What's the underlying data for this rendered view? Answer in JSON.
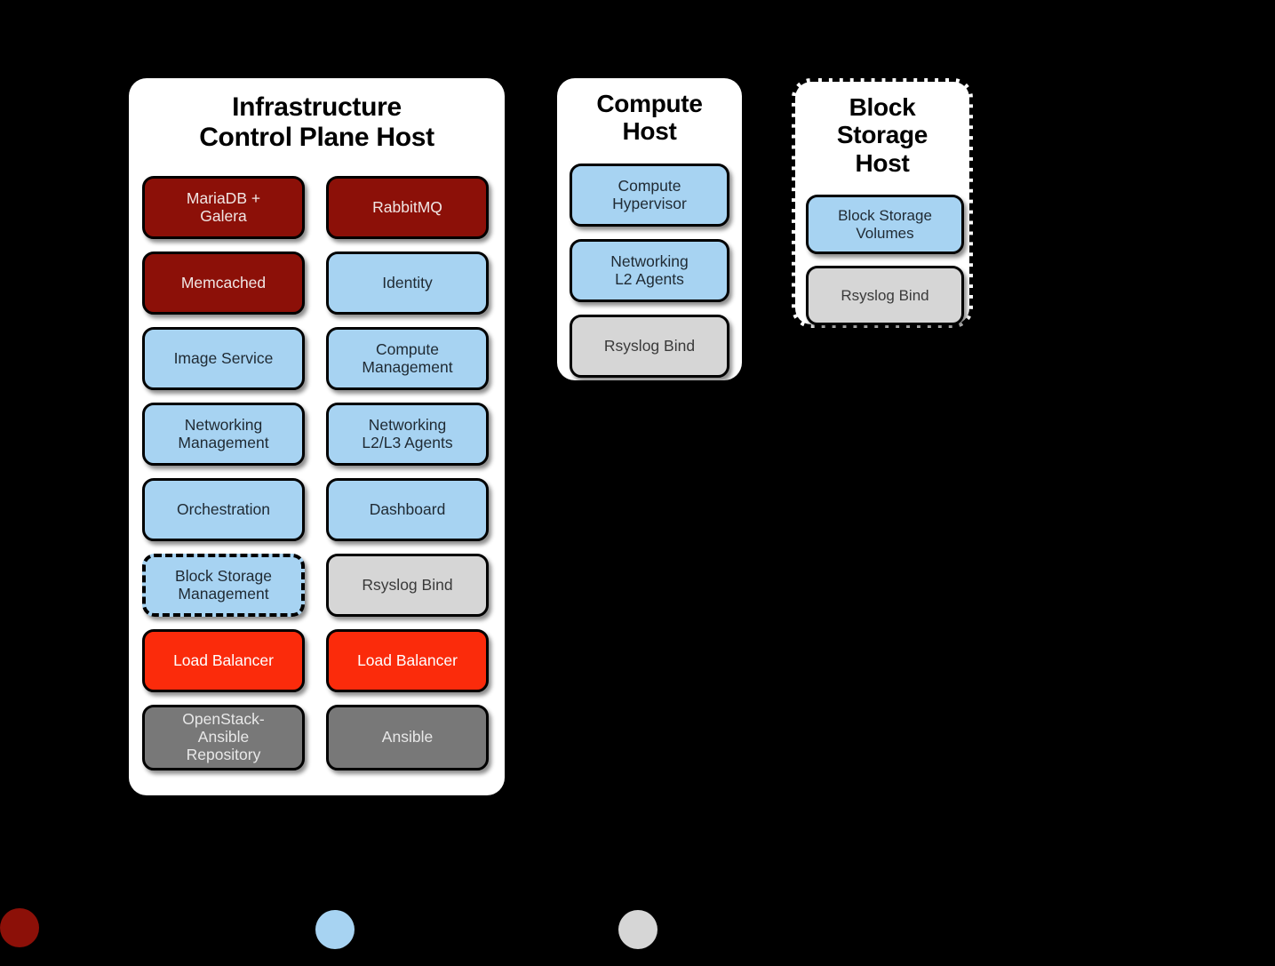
{
  "diagram": {
    "background_color": "#000000",
    "hosts": [
      {
        "id": "infrastructure",
        "title": "Infrastructure\nControl Plane Host",
        "title_line1": "Infrastructure",
        "title_line2": "Control Plane Host",
        "border_style": "solid",
        "components": [
          {
            "label": "MariaDB +\nGalera",
            "label_line1": "MariaDB +",
            "label_line2": "Galera",
            "color": "#8c1008",
            "category": "red",
            "border": "solid"
          },
          {
            "label": "RabbitMQ",
            "label_line1": "RabbitMQ",
            "label_line2": "",
            "color": "#8c1008",
            "category": "red",
            "border": "solid"
          },
          {
            "label": "Memcached",
            "label_line1": "Memcached",
            "label_line2": "",
            "color": "#8c1008",
            "category": "red",
            "border": "solid"
          },
          {
            "label": "Identity",
            "label_line1": "Identity",
            "label_line2": "",
            "color": "#a7d3f2",
            "category": "blue",
            "border": "solid"
          },
          {
            "label": "Image Service",
            "label_line1": "Image Service",
            "label_line2": "",
            "color": "#a7d3f2",
            "category": "blue",
            "border": "solid"
          },
          {
            "label": "Compute\nManagement",
            "label_line1": "Compute",
            "label_line2": "Management",
            "color": "#a7d3f2",
            "category": "blue",
            "border": "solid"
          },
          {
            "label": "Networking\nManagement",
            "label_line1": "Networking",
            "label_line2": "Management",
            "color": "#a7d3f2",
            "category": "blue",
            "border": "solid"
          },
          {
            "label": "Networking\nL2/L3 Agents",
            "label_line1": "Networking",
            "label_line2": "L2/L3 Agents",
            "color": "#a7d3f2",
            "category": "blue",
            "border": "solid"
          },
          {
            "label": "Orchestration",
            "label_line1": "Orchestration",
            "label_line2": "",
            "color": "#a7d3f2",
            "category": "blue",
            "border": "solid"
          },
          {
            "label": "Dashboard",
            "label_line1": "Dashboard",
            "label_line2": "",
            "color": "#a7d3f2",
            "category": "blue",
            "border": "solid"
          },
          {
            "label": "Block Storage\nManagement",
            "label_line1": "Block Storage",
            "label_line2": "Management",
            "color": "#a7d3f2",
            "category": "blue",
            "border": "dash-dot"
          },
          {
            "label": "Rsyslog Bind",
            "label_line1": "Rsyslog Bind",
            "label_line2": "",
            "color": "#d6d6d6",
            "category": "grey",
            "border": "solid"
          },
          {
            "label": "Load Balancer",
            "label_line1": "Load Balancer",
            "label_line2": "",
            "color": "#fb2b0b",
            "category": "bright-red",
            "border": "solid"
          },
          {
            "label": "Load Balancer",
            "label_line1": "Load Balancer",
            "label_line2": "",
            "color": "#fb2b0b",
            "category": "bright-red",
            "border": "solid"
          },
          {
            "label": "OpenStack-\nAnsible\nRepository",
            "label_line1": "OpenStack-",
            "label_line2": "Ansible",
            "label_line3": "Repository",
            "color": "#787878",
            "category": "dark-grey",
            "border": "solid"
          },
          {
            "label": "Ansible",
            "label_line1": "Ansible",
            "label_line2": "",
            "color": "#787878",
            "category": "dark-grey",
            "border": "solid"
          }
        ]
      },
      {
        "id": "compute",
        "title": "Compute\nHost",
        "title_line1": "Compute",
        "title_line2": "Host",
        "border_style": "solid",
        "components": [
          {
            "label": "Compute\nHypervisor",
            "label_line1": "Compute",
            "label_line2": "Hypervisor",
            "color": "#a7d3f2",
            "category": "blue",
            "border": "solid"
          },
          {
            "label": "Networking\nL2 Agents",
            "label_line1": "Networking",
            "label_line2": "L2 Agents",
            "color": "#a7d3f2",
            "category": "blue",
            "border": "solid"
          },
          {
            "label": "Rsyslog Bind",
            "label_line1": "Rsyslog Bind",
            "label_line2": "",
            "color": "#d6d6d6",
            "category": "grey",
            "border": "solid"
          }
        ]
      },
      {
        "id": "block-storage",
        "title": "Block\nStorage\nHost",
        "title_line1": "Block",
        "title_line2": "Storage",
        "title_line3": "Host",
        "border_style": "dashed",
        "components": [
          {
            "label": "Block Storage\nVolumes",
            "label_line1": "Block Storage",
            "label_line2": "Volumes",
            "color": "#a7d3f2",
            "category": "blue",
            "border": "solid"
          },
          {
            "label": "Rsyslog Bind",
            "label_line1": "Rsyslog Bind",
            "label_line2": "",
            "color": "#d6d6d6",
            "category": "grey",
            "border": "solid"
          }
        ]
      }
    ],
    "legend": [
      {
        "color": "#8c1008",
        "label": ""
      },
      {
        "color": "#a7d3f2",
        "label": ""
      },
      {
        "color": "#d6d6d6",
        "label": ""
      }
    ]
  }
}
